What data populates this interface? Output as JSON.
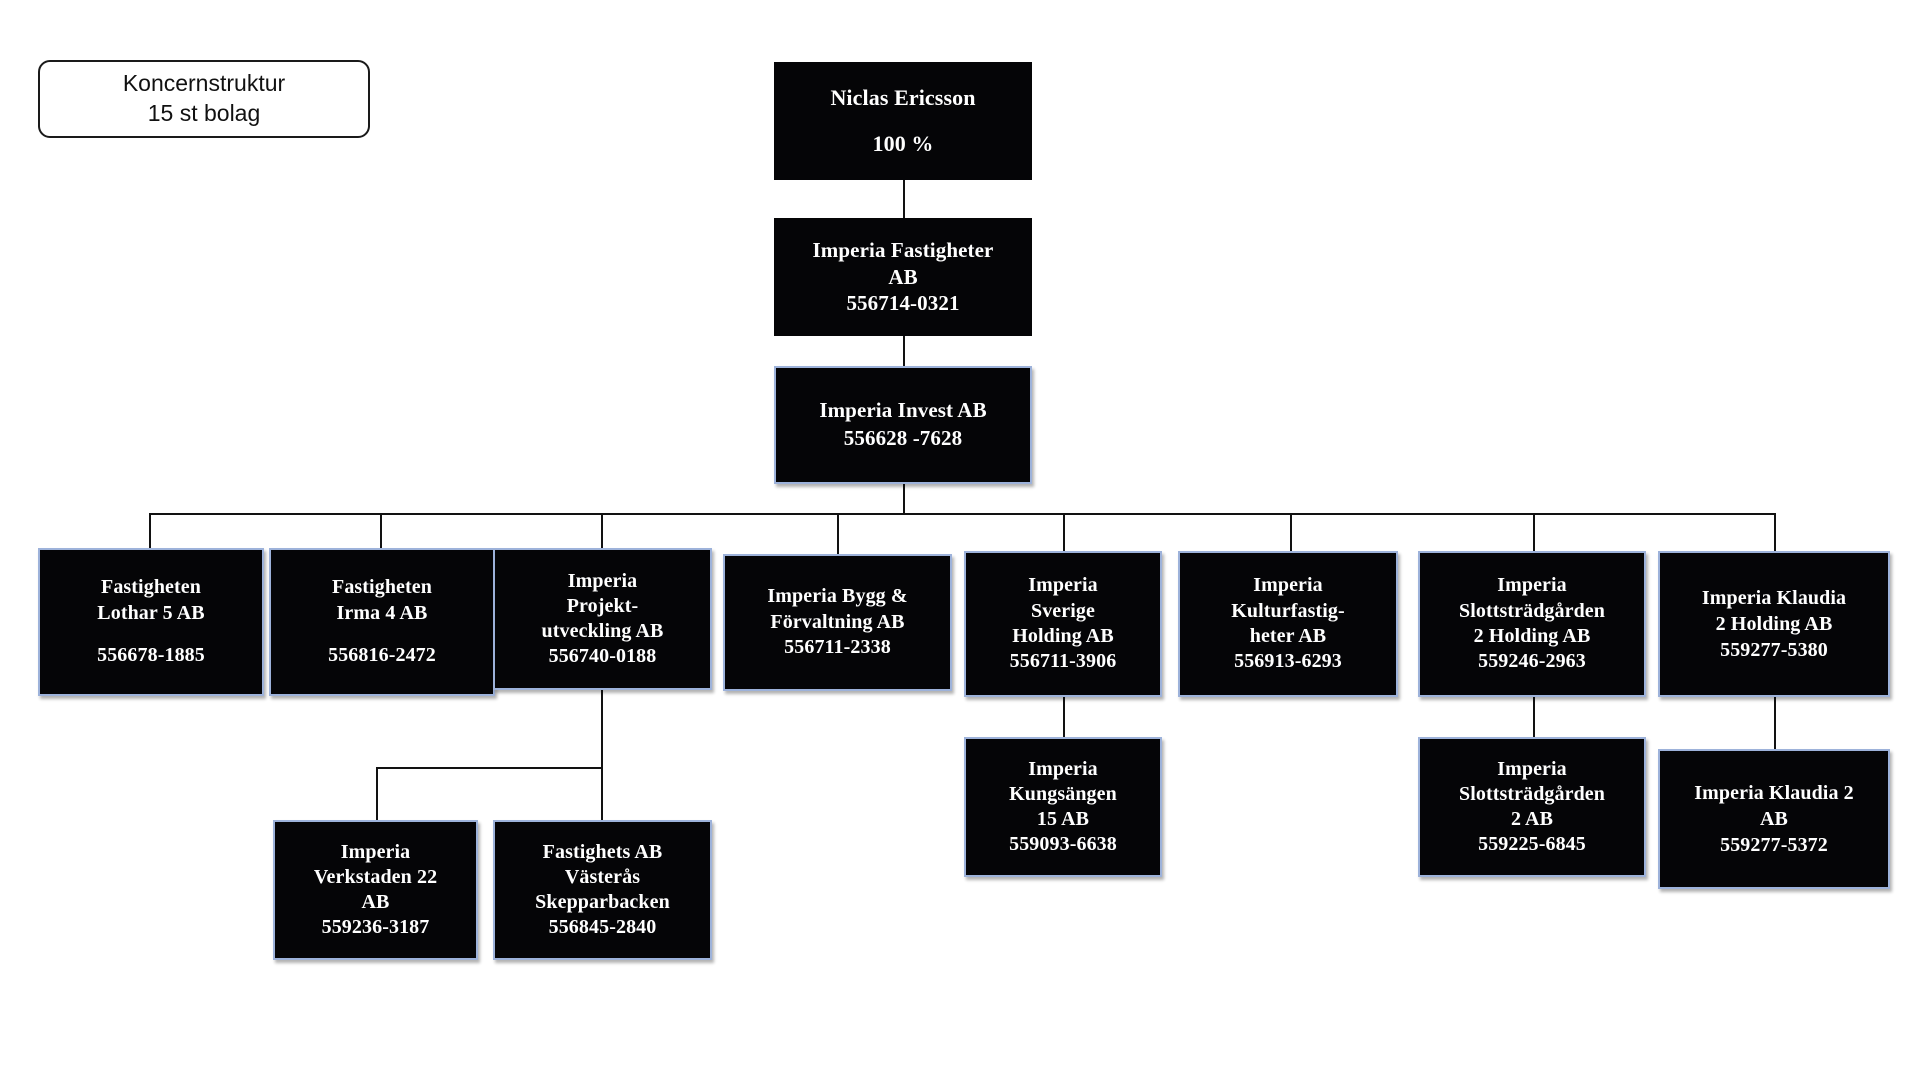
{
  "legend": {
    "line1": "Koncernstruktur",
    "line2": "15 st bolag"
  },
  "colors": {
    "node_fill": "#050507",
    "node_border": "#9db2da",
    "node_text": "#ffffff",
    "connector": "#121212",
    "background": "#ffffff",
    "legend_border": "#1a1a1a"
  },
  "nodes": {
    "owner": {
      "name": "Niclas Ericsson",
      "share": "100 %"
    },
    "fastigheter": {
      "name_line1": "Imperia Fastigheter",
      "name_line2": "AB",
      "orgnr": "556714-0321"
    },
    "invest": {
      "name": "Imperia Invest AB",
      "orgnr": "556628 -7628"
    },
    "lothar": {
      "name_line1": "Fastigheten",
      "name_line2": "Lothar  5 AB",
      "orgnr": "556678-1885"
    },
    "irma": {
      "name_line1": "Fastigheten",
      "name_line2": "Irma 4 AB",
      "orgnr": "556816-2472"
    },
    "projekt": {
      "name_line1": "Imperia",
      "name_line2": "Projekt-",
      "name_line3": "utveckling AB",
      "orgnr": "556740-0188"
    },
    "bygg": {
      "name_line1": "Imperia Bygg &",
      "name_line2": "Förvaltning AB",
      "orgnr": "556711-2338"
    },
    "sverige": {
      "name_line1": "Imperia",
      "name_line2": "Sverige",
      "name_line3": "Holding AB",
      "orgnr": "556711-3906"
    },
    "kultur": {
      "name_line1": "Imperia",
      "name_line2": "Kulturfastig-",
      "name_line3": "heter AB",
      "orgnr": "556913-6293"
    },
    "slott_holding": {
      "name_line1": "Imperia",
      "name_line2": "Slottsträdgården",
      "name_line3": "2 Holding AB",
      "orgnr": "559246-2963"
    },
    "klaudia_holding": {
      "name_line1": "Imperia Klaudia",
      "name_line2": "2 Holding AB",
      "orgnr": "559277-5380"
    },
    "verkstaden": {
      "name_line1": "Imperia",
      "name_line2": "Verkstaden 22",
      "name_line3": "AB",
      "orgnr": "559236-3187"
    },
    "vasteras": {
      "name_line1": "Fastighets AB",
      "name_line2": "Västerås",
      "name_line3": "Skepparbacken",
      "orgnr": "556845-2840"
    },
    "kungsangen": {
      "name_line1": "Imperia",
      "name_line2": "Kungsängen",
      "name_line3": "15 AB",
      "orgnr": "559093-6638"
    },
    "slott": {
      "name_line1": "Imperia",
      "name_line2": "Slottsträdgården",
      "name_line3": "2 AB",
      "orgnr": "559225-6845"
    },
    "klaudia": {
      "name_line1": "Imperia Klaudia 2",
      "name_line2": "AB",
      "orgnr": "559277-5372"
    }
  }
}
